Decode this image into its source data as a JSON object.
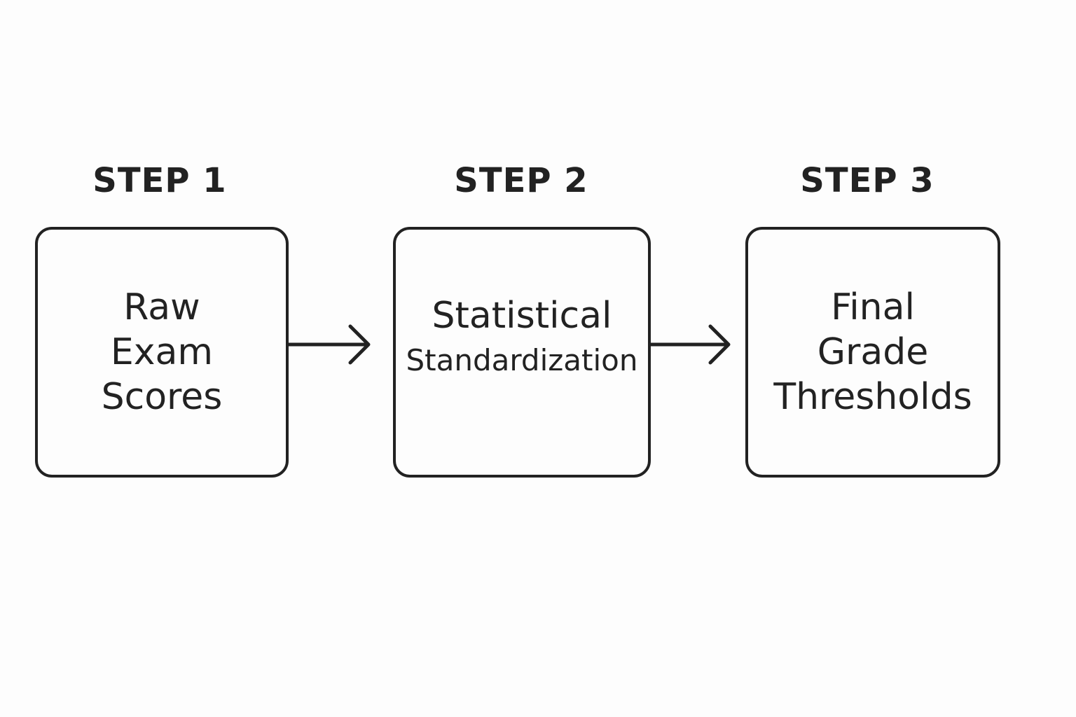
{
  "steps": [
    {
      "heading": "STEP 1",
      "lines": [
        "Raw",
        "Exam",
        "Scores"
      ]
    },
    {
      "heading": "STEP 2",
      "lines": [
        "Statistical",
        "Standardization"
      ]
    },
    {
      "heading": "STEP 3",
      "lines": [
        "Final",
        "Grade",
        "Thresholds"
      ]
    }
  ],
  "colors": {
    "stroke": "#222222",
    "background": "#fdfdfd"
  }
}
